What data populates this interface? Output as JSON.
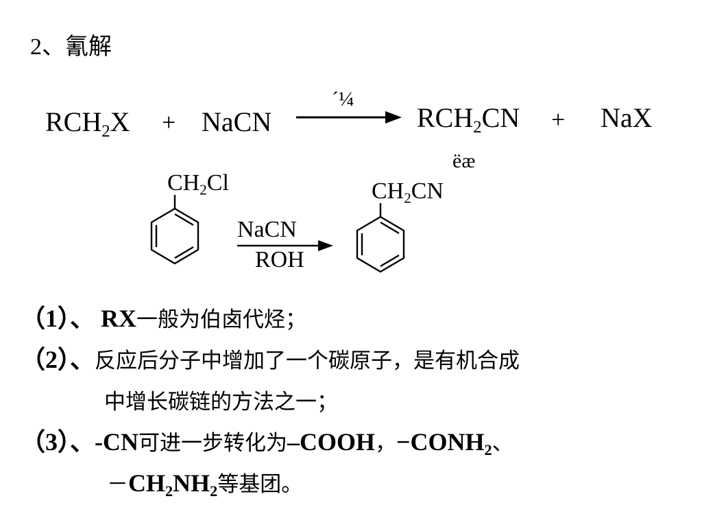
{
  "title": "2、氰解",
  "equation": {
    "reactant1_a": "RCH",
    "reactant1_sub": "2",
    "reactant1_b": "X",
    "plus1": "+",
    "reactant2": "NaCN",
    "arrow_label": "´¼",
    "product1_a": "RCH",
    "product1_sub": "2",
    "product1_b": "CN",
    "plus2": "+",
    "product2": "NaX",
    "under_label": "ëæ"
  },
  "example": {
    "reactant_group_a": "CH",
    "reactant_group_sub": "2",
    "reactant_group_b": "Cl",
    "reagent_top": "NaCN",
    "reagent_bottom": "ROH",
    "product_group_a": "CH",
    "product_group_sub": "2",
    "product_group_b": "CN"
  },
  "notes": [
    {
      "num": "（1）、",
      "lines": [
        [
          {
            "t": "RX",
            "b": true
          },
          {
            "t": "一般为伯卤代烃；"
          }
        ]
      ]
    },
    {
      "num": "（2）、",
      "lines": [
        [
          {
            "t": "反应后分子中增加了一个碳原子，是有机合成"
          }
        ],
        [
          {
            "t": "中增长碳链的方法之一；"
          }
        ]
      ]
    },
    {
      "num": "（3）、",
      "lines": [
        [
          {
            "t": "-CN",
            "b": true
          },
          {
            "t": "可进一步转化为"
          },
          {
            "t": "–COOH",
            "b": true
          },
          {
            "t": "，"
          },
          {
            "t": "−CONH",
            "b": true
          },
          {
            "t": "2",
            "b": true,
            "sub": true
          },
          {
            "t": "、"
          }
        ],
        [
          {
            "t": "－"
          },
          {
            "t": "CH",
            "b": true
          },
          {
            "t": "2",
            "b": true,
            "sub": true
          },
          {
            "t": "NH",
            "b": true
          },
          {
            "t": "2",
            "b": true,
            "sub": true
          },
          {
            "t": "等基团。"
          }
        ]
      ]
    }
  ]
}
